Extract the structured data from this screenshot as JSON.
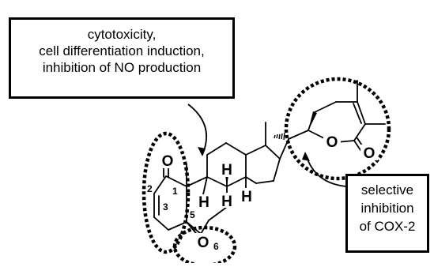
{
  "annotations": {
    "top_left_box": {
      "lines": [
        "cytotoxicity,",
        "cell differentiation induction,",
        "inhibition of NO production"
      ]
    },
    "bottom_right_box": {
      "lines": [
        "selective",
        "inhibition",
        "of COX-2"
      ]
    }
  },
  "structure": {
    "atom_labels": {
      "ketone_oxygen": "O",
      "epoxide_oxygen": "O",
      "lactone_ring_oxygen": "O",
      "lactone_carbonyl_oxygen": "O",
      "h_ring_b_c": "H",
      "h_ring_c_top": "H",
      "h_ring_c_bottom": "H",
      "h_ring_c_d": "H"
    },
    "position_numbers": {
      "c1": "1",
      "c2": "2",
      "c3": "3",
      "c5": "5",
      "c6": "6"
    }
  }
}
